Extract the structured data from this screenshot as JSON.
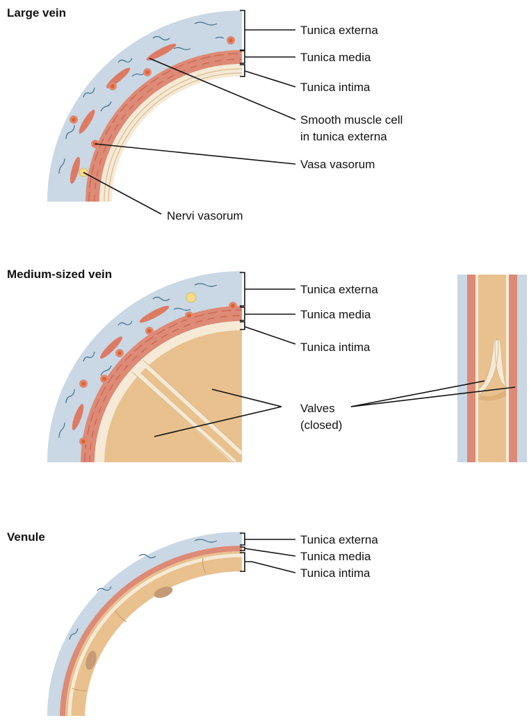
{
  "sections": {
    "large_vein": {
      "title": "Large vein",
      "labels": {
        "externa": "Tunica externa",
        "media": "Tunica media",
        "intima": "Tunica intima",
        "smooth_muscle_1": "Smooth muscle cell",
        "smooth_muscle_2": "in tunica externa",
        "vasa": "Vasa vasorum",
        "nervi": "Nervi vasorum"
      }
    },
    "medium_vein": {
      "title": "Medium-sized vein",
      "labels": {
        "externa": "Tunica externa",
        "media": "Tunica media",
        "intima": "Tunica intima",
        "valves_1": "Valves",
        "valves_2": "(closed)"
      }
    },
    "venule": {
      "title": "Venule",
      "labels": {
        "externa": "Tunica externa",
        "media": "Tunica media",
        "intima": "Tunica intima"
      }
    }
  },
  "colors": {
    "externa": "#c9d8e4",
    "media": "#dd8a76",
    "intima": "#f6ead6",
    "lumen": "#e8c18e",
    "nucleus": "#e2622c",
    "nerve": "#f4dc8a",
    "fiber": "#3f6f8f"
  }
}
